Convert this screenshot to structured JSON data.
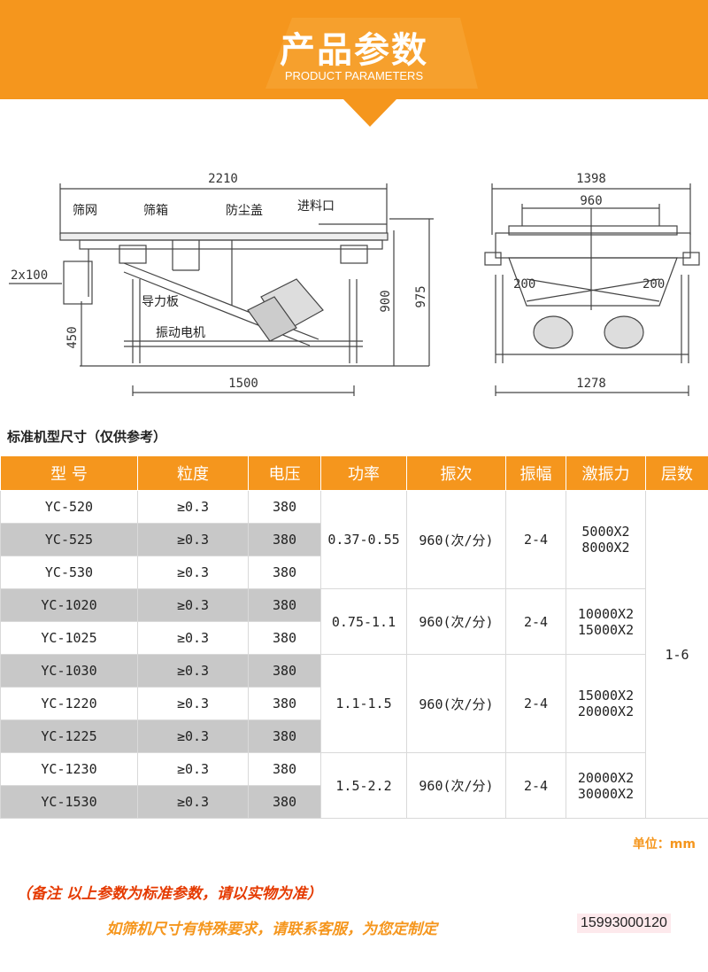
{
  "banner": {
    "title": "产品参数",
    "subtitle": "PRODUCT PARAMETERS",
    "color": "#f5961d"
  },
  "drawing": {
    "front": {
      "dim_total": "2210",
      "dim_inlet_w": "2x100",
      "dim_height_450": "450",
      "dim_height_900": "900",
      "dim_height_975": "975",
      "dim_base": "1500",
      "labels": [
        "筛网",
        "筛箱",
        "防尘盖",
        "进料口",
        "导力板",
        "振动电机"
      ]
    },
    "side": {
      "dim_total": "1398",
      "dim_inner": "960",
      "dim_left": "200",
      "dim_right": "200",
      "dim_base": "1278"
    }
  },
  "section_title": "标准机型尺寸（仅供参考）",
  "table": {
    "headers": [
      "型 号",
      "粒度",
      "电压",
      "功率",
      "振次",
      "振幅",
      "激振力",
      "层数"
    ],
    "rows": [
      {
        "model": "YC-520",
        "grain": "≥0.3",
        "voltage": "380"
      },
      {
        "model": "YC-525",
        "grain": "≥0.3",
        "voltage": "380"
      },
      {
        "model": "YC-530",
        "grain": "≥0.3",
        "voltage": "380"
      },
      {
        "model": "YC-1020",
        "grain": "≥0.3",
        "voltage": "380"
      },
      {
        "model": "YC-1025",
        "grain": "≥0.3",
        "voltage": "380"
      },
      {
        "model": "YC-1030",
        "grain": "≥0.3",
        "voltage": "380"
      },
      {
        "model": "YC-1220",
        "grain": "≥0.3",
        "voltage": "380"
      },
      {
        "model": "YC-1225",
        "grain": "≥0.3",
        "voltage": "380"
      },
      {
        "model": "YC-1230",
        "grain": "≥0.3",
        "voltage": "380"
      },
      {
        "model": "YC-1530",
        "grain": "≥0.3",
        "voltage": "380"
      }
    ],
    "groups": [
      {
        "power": "0.37-0.55",
        "freq": "960(次/分)",
        "amp": "2-4",
        "force1": "5000X2",
        "force2": "8000X2"
      },
      {
        "power": "0.75-1.1",
        "freq": "960(次/分)",
        "amp": "2-4",
        "force1": "10000X2",
        "force2": "15000X2"
      },
      {
        "power": "1.1-1.5",
        "freq": "960(次/分)",
        "amp": "2-4",
        "force1": "15000X2",
        "force2": "20000X2"
      },
      {
        "power": "1.5-2.2",
        "freq": "960(次/分)",
        "amp": "2-4",
        "force1": "20000X2",
        "force2": "30000X2"
      }
    ],
    "layers": "1-6"
  },
  "unit": "单位：mm",
  "note1": "（备注 以上参数为标准参数，请以实物为准）",
  "note2": "如筛机尺寸有特殊要求，请联系客服，为您定制定",
  "phone": "15993000120"
}
